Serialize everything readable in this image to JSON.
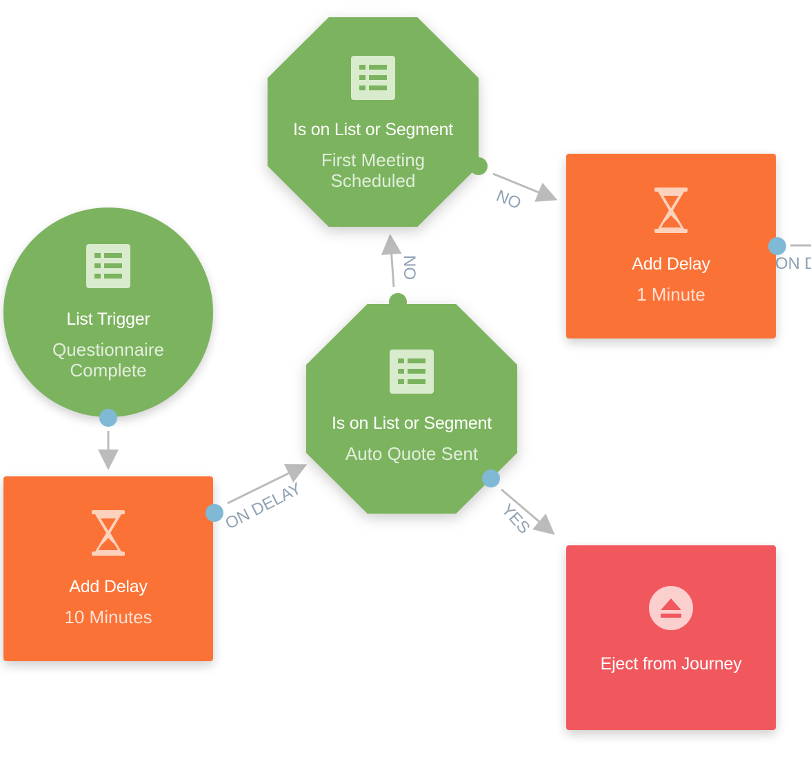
{
  "nodes": {
    "list_trigger": {
      "title": "List Trigger",
      "subtitle": "Questionnaire\nComplete",
      "icon": "list-icon"
    },
    "segment_first_meeting": {
      "title": "Is on List or Segment",
      "subtitle": "First Meeting\nScheduled",
      "icon": "list-icon"
    },
    "segment_auto_quote": {
      "title": "Is on List or Segment",
      "subtitle": "Auto Quote Sent",
      "icon": "list-icon"
    },
    "delay_1_minute": {
      "title": "Add Delay",
      "subtitle": "1 Minute",
      "icon": "hourglass-icon"
    },
    "delay_10_minutes": {
      "title": "Add Delay",
      "subtitle": "10 Minutes",
      "icon": "hourglass-icon"
    },
    "eject": {
      "title": "Eject from Journey",
      "icon": "eject-icon"
    }
  },
  "edges": {
    "first_meeting_no": "NO",
    "auto_quote_no": "NO",
    "auto_quote_yes": "YES",
    "delay_on_delay": "ON DELAY",
    "offscreen_on_delay": "ON D"
  },
  "colors": {
    "condition_green": "#7cb35f",
    "delay_orange": "#fb7236",
    "eject_red": "#f1585e",
    "connector_gray": "#bbbbbb",
    "label_gray": "#8fa1b3",
    "port_blue": "#7fb9d6"
  }
}
